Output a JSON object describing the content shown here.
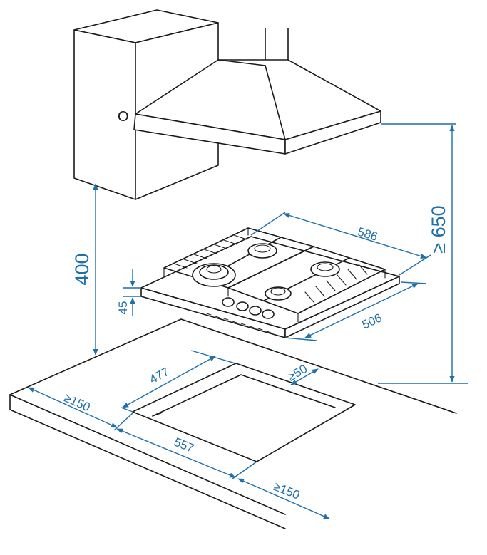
{
  "colors": {
    "dimension": "#1f6fa8",
    "outline": "#1a1a1a"
  },
  "hood": {
    "switch_label": "O"
  },
  "dimensions": {
    "hood_height": "400",
    "clearance": "≥ 650",
    "hob_width": "586",
    "hob_depth": "506",
    "hob_height": "45",
    "cutout_depth": "477",
    "cutout_width": "557",
    "back_clearance": "≥50",
    "front_clearance": "≥150",
    "side_clearance": "≥150"
  }
}
